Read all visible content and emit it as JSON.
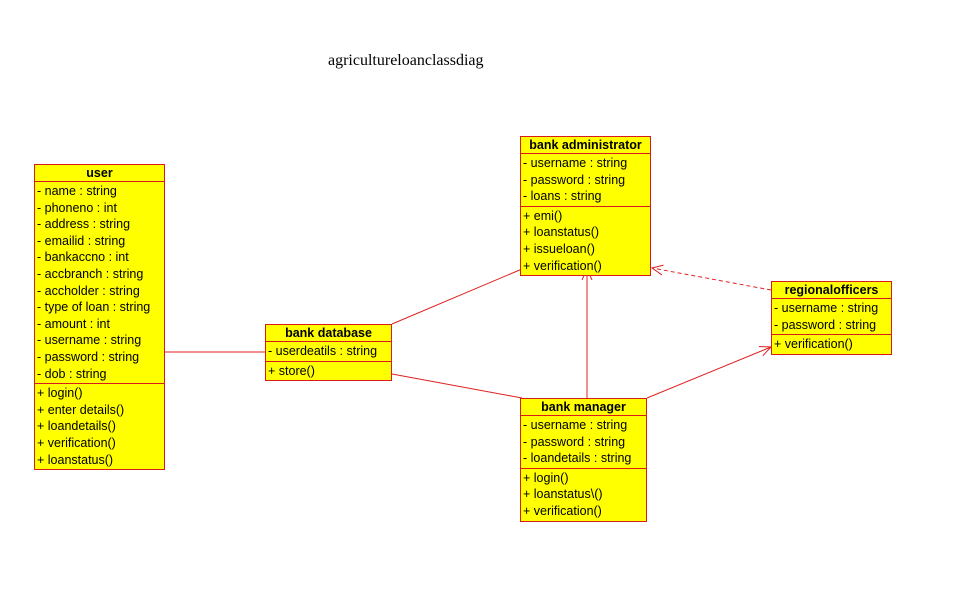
{
  "diagram": {
    "title": "agricultureloanclassdiag",
    "colors": {
      "class_fill": "#ffff00",
      "border": "#d81b1b",
      "line": "#e02020"
    },
    "classes": {
      "user": {
        "name": "user",
        "attributes": [
          "- name : string",
          "- phoneno : int",
          "- address : string",
          "- emailid : string",
          "- bankaccno : int",
          "- accbranch : string",
          "- accholder : string",
          "- type of loan : string",
          "- amount : int",
          "- username : string",
          "- password : string",
          "- dob : string"
        ],
        "operations": [
          "+ login()",
          "+ enter details()",
          "+ loandetails()",
          "+ verification()",
          "+ loanstatus()"
        ]
      },
      "bank_database": {
        "name": "bank database",
        "attributes": [
          "- userdeatils : string"
        ],
        "operations": [
          "+ store()"
        ]
      },
      "bank_administrator": {
        "name": "bank administrator",
        "attributes": [
          "- username : string",
          "- password : string",
          "- loans : string"
        ],
        "operations": [
          "+ emi()",
          "+ loanstatus()",
          "+ issueloan()",
          "+ verification()"
        ]
      },
      "bank_manager": {
        "name": "bank manager",
        "attributes": [
          "- username : string",
          "- password : string",
          "- loandetails : string"
        ],
        "operations": [
          "+ login()",
          "+ loanstatus\\()",
          "+ verification()"
        ]
      },
      "regionalofficers": {
        "name": "regionalofficers",
        "attributes": [
          "- username : string",
          "- password : string"
        ],
        "operations": [
          "+ verification()"
        ]
      }
    },
    "relations": [
      {
        "from": "user",
        "to": "bank_database",
        "kind": "association"
      },
      {
        "from": "bank_database",
        "to": "bank_administrator",
        "kind": "association"
      },
      {
        "from": "bank_database",
        "to": "bank_manager",
        "kind": "association"
      },
      {
        "from": "bank_manager",
        "to": "bank_administrator",
        "kind": "navigable-association"
      },
      {
        "from": "bank_manager",
        "to": "regionalofficers",
        "kind": "navigable-association"
      },
      {
        "from": "regionalofficers",
        "to": "bank_administrator",
        "kind": "dependency"
      }
    ]
  }
}
